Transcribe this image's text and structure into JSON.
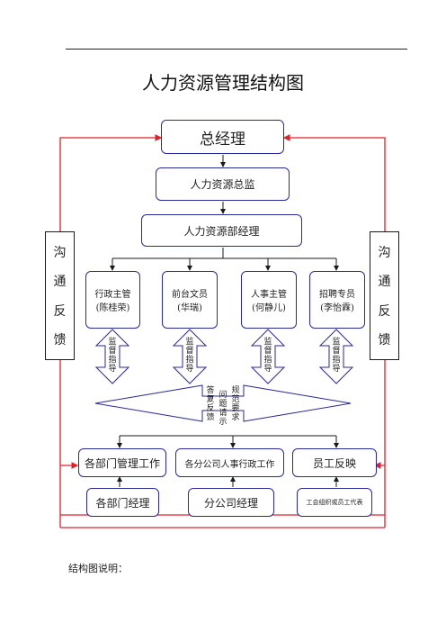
{
  "title": "人力资源管理结构图",
  "boxes": {
    "gm": "总经理",
    "hr_director": "人力资源总监",
    "hr_manager": "人力资源部经理",
    "admin_supervisor": "行政主管",
    "admin_supervisor_name": "(陈桂荣)",
    "front_desk": "前台文员",
    "front_desk_name": "(华瑞)",
    "hr_supervisor": "人事主管",
    "hr_supervisor_name": "(何静儿)",
    "recruiter": "招聘专员",
    "recruiter_name": "(李怡霖)",
    "dept_mgmt": "各部门管理工作",
    "branch_hr": "各分公司人事行政工作",
    "staff_feedback": "员工反映",
    "dept_managers": "各部门经理",
    "branch_managers": "分公司经理",
    "union_reps": "工会组织或员工代表"
  },
  "side_labels": {
    "left": [
      "沟",
      "通",
      "反",
      "馈"
    ],
    "right": [
      "沟",
      "通",
      "反",
      "馈"
    ]
  },
  "arrow_labels": {
    "supervise": [
      "监",
      "督",
      "指",
      "导"
    ],
    "center_col1": [
      "答",
      "复",
      "反",
      "馈"
    ],
    "center_col2": [
      "问",
      "题",
      "请",
      "示"
    ],
    "center_col3": [
      "规",
      "范",
      "要",
      "求"
    ]
  },
  "footer_note": "结构图说明：",
  "colors": {
    "box_border": "#2a2a9a",
    "red_line": "#e0202a",
    "connector": "#1a1a1a"
  }
}
